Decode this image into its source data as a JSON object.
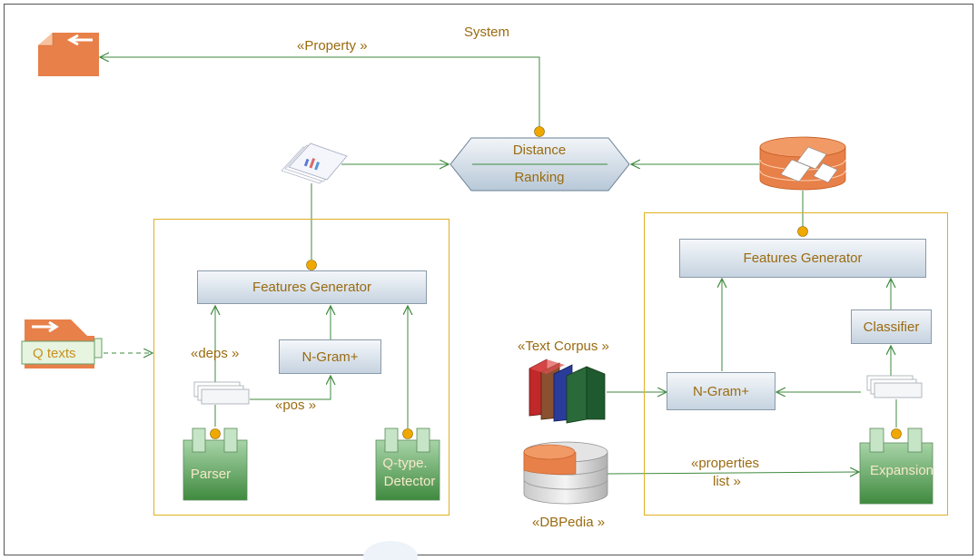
{
  "title": "System",
  "top_link": {
    "label": "«Property »"
  },
  "distance_ranking": {
    "top": "Distance",
    "bottom": "Ranking"
  },
  "left_panel": {
    "features_generator": "Features Generator",
    "ngram": "N-Gram+",
    "deps_label": "«deps »",
    "pos_label": "«pos »",
    "parser": "Parser",
    "qtype_detector_line1": "Q-type.",
    "qtype_detector_line2": "Detector",
    "q_texts": "Q texts"
  },
  "right_panel": {
    "features_generator": "Features Generator",
    "classifier": "Classifier",
    "ngram": "N-Gram+",
    "expansion": "Expansion"
  },
  "text_corpus_label": "«Text Corpus »",
  "dbpedia_label": "«DBPedia »",
  "properties_list_line1": "«properties",
  "properties_list_line2": "list »",
  "colors": {
    "line": "#3f8a3f",
    "label": "#9a6b10",
    "region_border": "#e0b020",
    "port": "#f0a800",
    "accent_orange": "#e8804a",
    "component_green": "#4d9a4d"
  },
  "icons": [
    "document-stack-icon",
    "database-orange-icon",
    "books-icon",
    "database-grey-icon",
    "send-icon",
    "return-icon"
  ]
}
